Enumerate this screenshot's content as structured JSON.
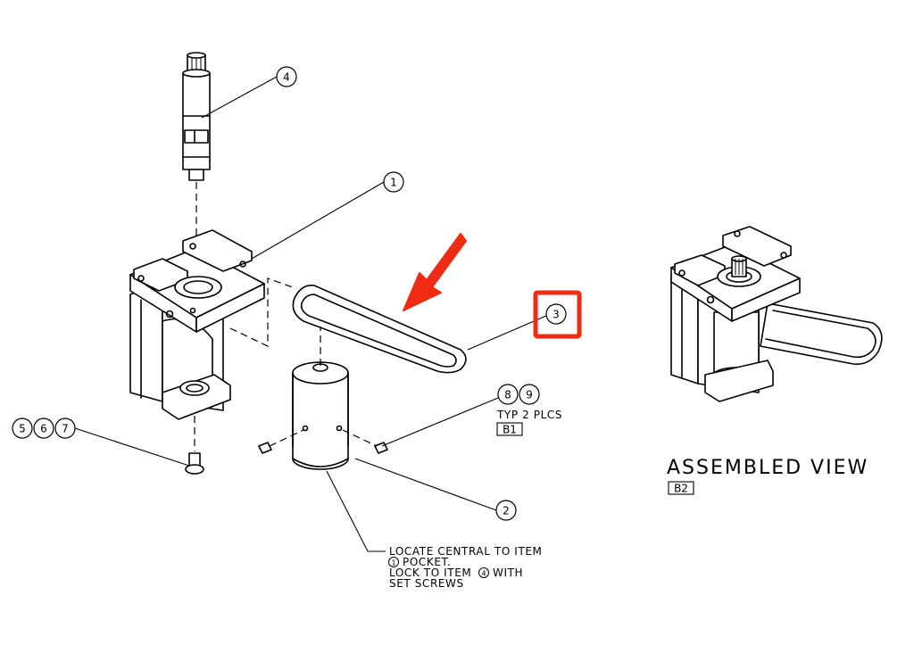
{
  "balloons": {
    "b1": "1",
    "b2": "2",
    "b3": "3",
    "b4": "4",
    "b5": "5",
    "b6": "6",
    "b7": "7",
    "b8": "8",
    "b9": "9"
  },
  "notes": {
    "typ": "TYP 2 PLCS",
    "locate_1": "LOCATE CENTRAL TO ITEM",
    "locate_2_num": "1",
    "locate_2": "POCKET.",
    "locate_3a": "LOCK TO ITEM",
    "locate_3_num": "4",
    "locate_3b": "WITH",
    "locate_4": "SET SCREWS"
  },
  "tags": {
    "b1": "B1",
    "b2": "B2"
  },
  "view_title": "ASSEMBLED VIEW",
  "colors": {
    "highlight": "#ef2b12",
    "ink": "#000000"
  }
}
